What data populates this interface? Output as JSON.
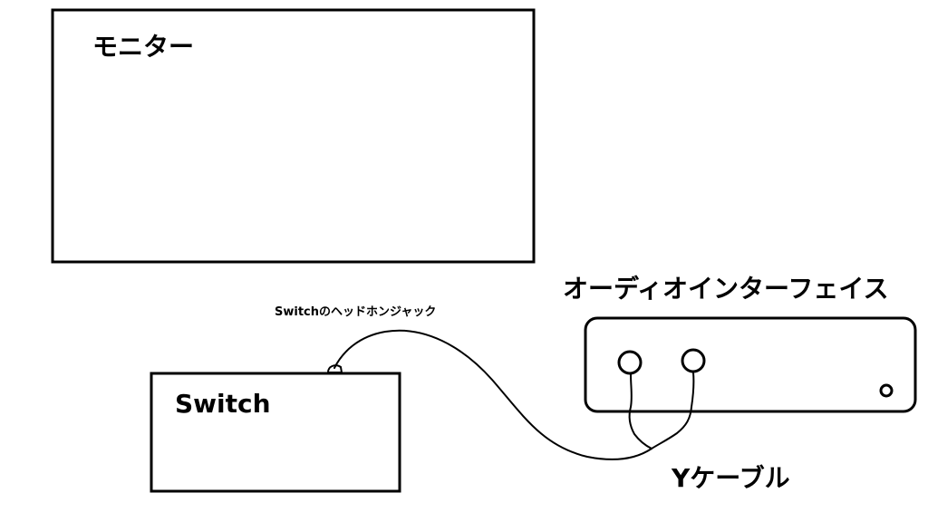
{
  "labels": {
    "monitor": "モニター",
    "switch": "Switch",
    "headphone_jack": "Switchのヘッドホンジャック",
    "audio_interface": "オーディオインターフェイス",
    "y_cable": "Yケーブル"
  },
  "colors": {
    "stroke": "#000000",
    "background": "#ffffff"
  }
}
